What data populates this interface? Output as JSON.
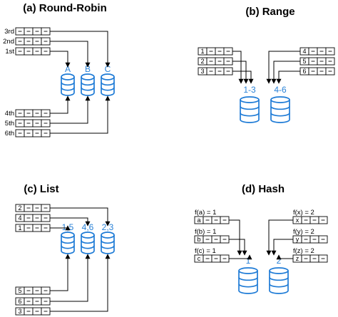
{
  "panels": [
    {
      "title": "(a) Round-Robin",
      "db_labels": [
        "A",
        "B",
        "C"
      ],
      "rows": [
        {
          "label": "3rd",
          "key": "",
          "target": 2
        },
        {
          "label": "2nd",
          "key": "",
          "target": 1
        },
        {
          "label": "1st",
          "key": "",
          "target": 0
        },
        {
          "label": "4th",
          "key": "",
          "target": 0
        },
        {
          "label": "5th",
          "key": "",
          "target": 1
        },
        {
          "label": "6th",
          "key": "",
          "target": 2
        }
      ]
    },
    {
      "title": "(b) Range",
      "db_labels": [
        "1-3",
        "4-6"
      ],
      "rows": [
        {
          "label": "",
          "key": "1",
          "target": 0
        },
        {
          "label": "",
          "key": "2",
          "target": 0
        },
        {
          "label": "",
          "key": "3",
          "target": 0
        },
        {
          "label": "",
          "key": "4",
          "target": 1
        },
        {
          "label": "",
          "key": "5",
          "target": 1
        },
        {
          "label": "",
          "key": "6",
          "target": 1
        }
      ]
    },
    {
      "title": "(c) List",
      "db_labels": [
        "1,5",
        "4,6",
        "2,3"
      ],
      "rows": [
        {
          "label": "",
          "key": "2",
          "target": 2
        },
        {
          "label": "",
          "key": "4",
          "target": 1
        },
        {
          "label": "",
          "key": "1",
          "target": 0
        },
        {
          "label": "",
          "key": "5",
          "target": 0
        },
        {
          "label": "",
          "key": "6",
          "target": 1
        },
        {
          "label": "",
          "key": "3",
          "target": 2
        }
      ]
    },
    {
      "title": "(d) Hash",
      "db_labels": [
        "1",
        "2"
      ],
      "rows": [
        {
          "label": "f(a) = 1",
          "key": "a",
          "target": 0
        },
        {
          "label": "f(b) = 1",
          "key": "b",
          "target": 0
        },
        {
          "label": "f(c) = 1",
          "key": "c",
          "target": 0
        },
        {
          "label": "f(x) = 2",
          "key": "x",
          "target": 1
        },
        {
          "label": "f(y) = 2",
          "key": "y",
          "target": 1
        },
        {
          "label": "f(z) = 2",
          "key": "z",
          "target": 1
        }
      ]
    }
  ]
}
